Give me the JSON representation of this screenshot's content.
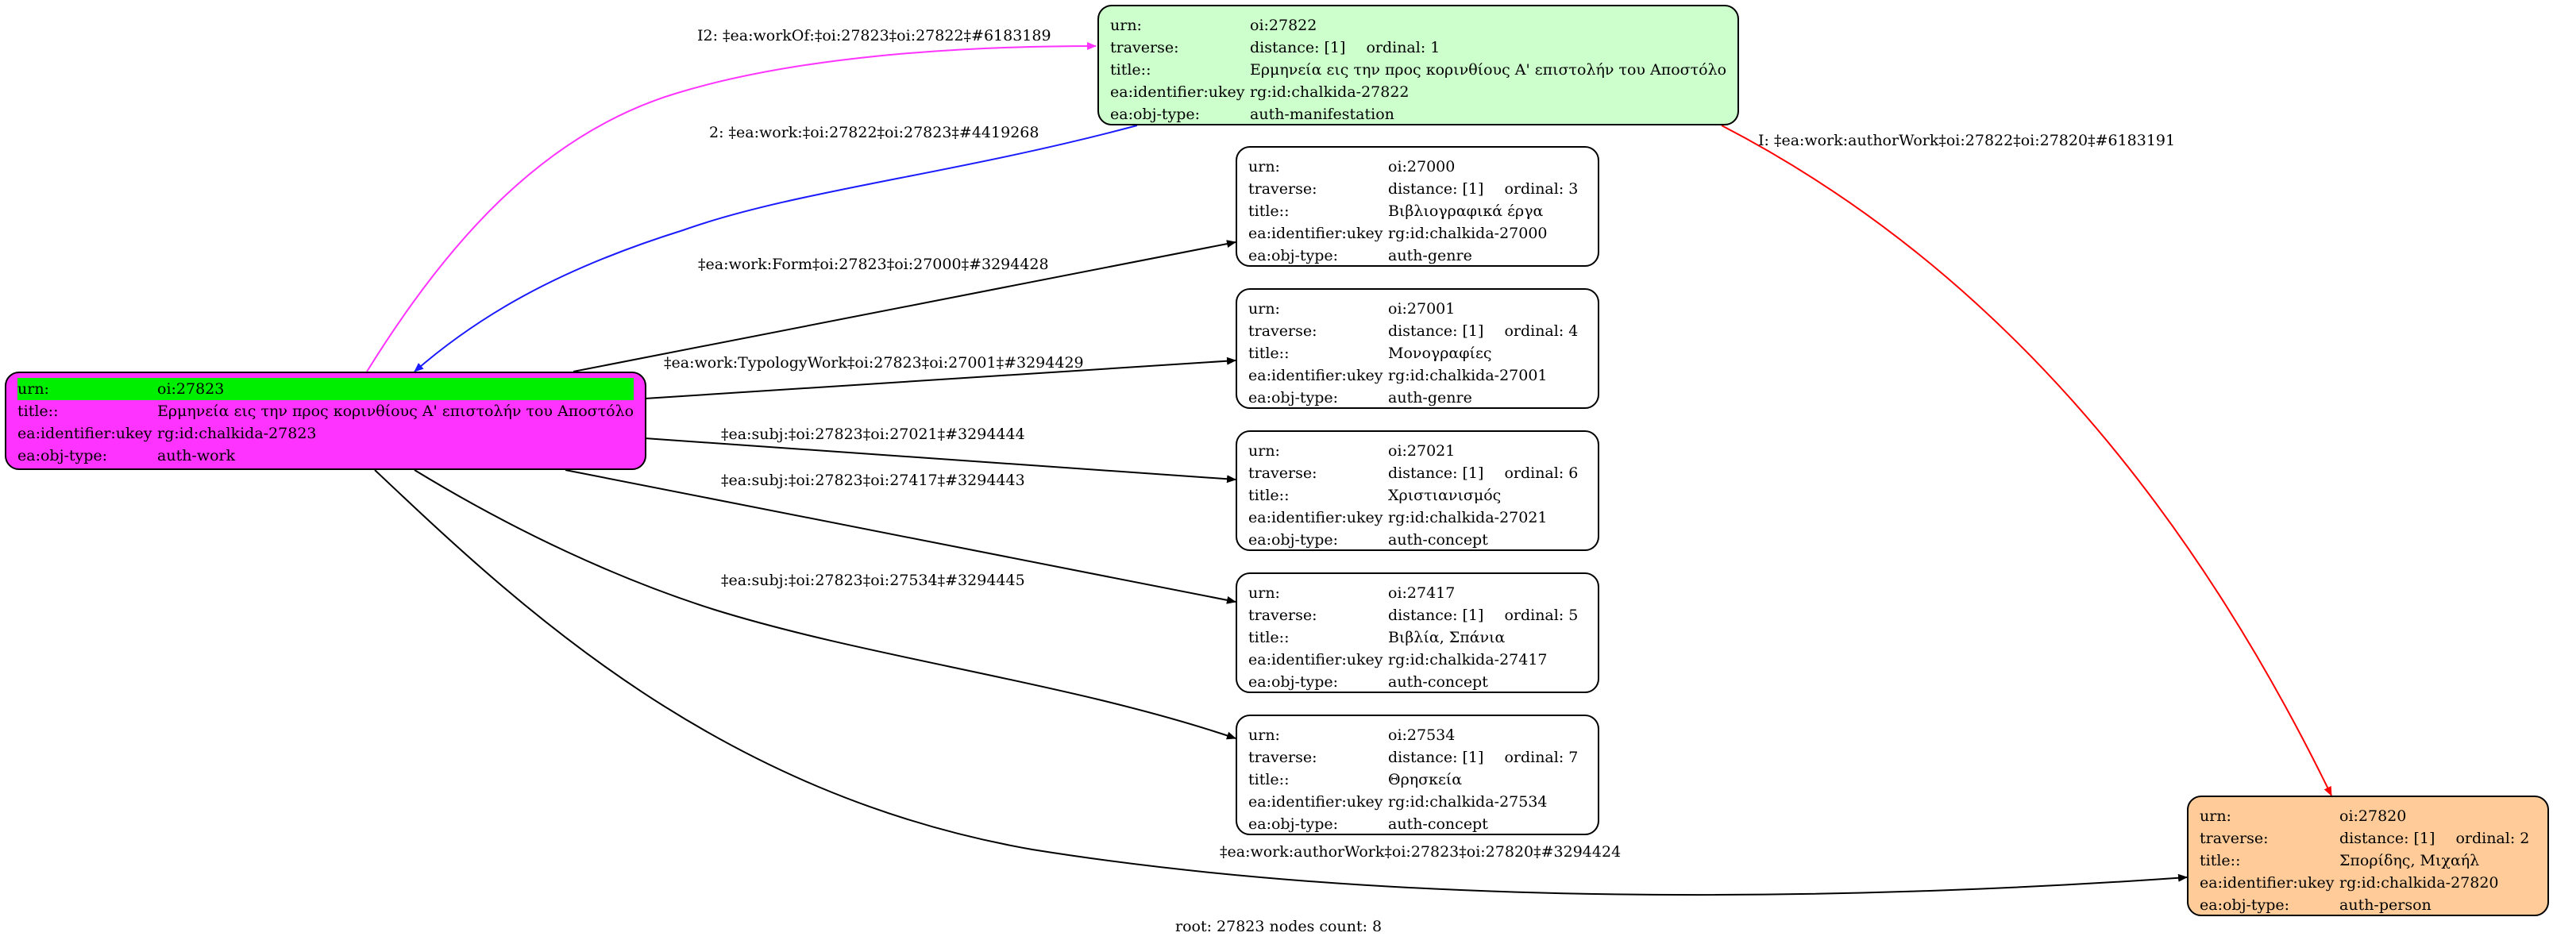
{
  "colors": {
    "root_fill": "#ff33ff",
    "root_urn_highlight": "#00ee00",
    "manifestation_fill": "#ccffcc",
    "person_fill": "#ffcc99",
    "default_fill": "#ffffff",
    "edge_magenta": "#ff33ff",
    "edge_blue": "#1a1aff",
    "edge_red": "#ff0000",
    "edge_black": "#000000"
  },
  "labels": {
    "urn": "urn:",
    "traverse": "traverse:",
    "title": "title::",
    "ukey": "ea:identifier:ukey",
    "objtype": "ea:obj-type:"
  },
  "nodes": {
    "root": {
      "urn": "oi:27823",
      "title": "Ερμηνεία εις την προς κορινθίους Α' επιστολήν του Αποστόλο...",
      "ukey": "rg:id:chalkida-27823",
      "objtype": "auth-work"
    },
    "n27822": {
      "urn": "oi:27822",
      "distance": "distance: [1]",
      "ordinal": "ordinal: 1",
      "title": "Ερμηνεία εις την προς κορινθίους Α' επιστολήν του Αποστόλο...",
      "ukey": "rg:id:chalkida-27822",
      "objtype": "auth-manifestation"
    },
    "n27000": {
      "urn": "oi:27000",
      "distance": "distance: [1]",
      "ordinal": "ordinal: 3",
      "title": "Βιβλιογραφικά έργα",
      "ukey": "rg:id:chalkida-27000",
      "objtype": "auth-genre"
    },
    "n27001": {
      "urn": "oi:27001",
      "distance": "distance: [1]",
      "ordinal": "ordinal: 4",
      "title": "Μονογραφίες",
      "ukey": "rg:id:chalkida-27001",
      "objtype": "auth-genre"
    },
    "n27021": {
      "urn": "oi:27021",
      "distance": "distance: [1]",
      "ordinal": "ordinal: 6",
      "title": "Χριστιανισμός",
      "ukey": "rg:id:chalkida-27021",
      "objtype": "auth-concept"
    },
    "n27417": {
      "urn": "oi:27417",
      "distance": "distance: [1]",
      "ordinal": "ordinal: 5",
      "title": "Βιβλία, Σπάνια",
      "ukey": "rg:id:chalkida-27417",
      "objtype": "auth-concept"
    },
    "n27534": {
      "urn": "oi:27534",
      "distance": "distance: [1]",
      "ordinal": "ordinal: 7",
      "title": "Θρησκεία",
      "ukey": "rg:id:chalkida-27534",
      "objtype": "auth-concept"
    },
    "n27820": {
      "urn": "oi:27820",
      "distance": "distance: [1]",
      "ordinal": "ordinal: 2",
      "title": "Σπορίδης, Μιχαήλ",
      "ukey": "rg:id:chalkida-27820",
      "objtype": "auth-person"
    }
  },
  "edges": {
    "workof": "I2: ‡ea:workOf:‡oi:27823‡oi:27822‡#6183189",
    "work": "2: ‡ea:work:‡oi:27822‡oi:27823‡#4419268",
    "authorwork_red": "I: ‡ea:work:authorWork‡oi:27822‡oi:27820‡#6183191",
    "form": "‡ea:work:Form‡oi:27823‡oi:27000‡#3294428",
    "typology": "‡ea:work:TypologyWork‡oi:27823‡oi:27001‡#3294429",
    "subj1": "‡ea:subj:‡oi:27823‡oi:27021‡#3294444",
    "subj2": "‡ea:subj:‡oi:27823‡oi:27417‡#3294443",
    "subj3": "‡ea:subj:‡oi:27823‡oi:27534‡#3294445",
    "authorwork_black": "‡ea:work:authorWork‡oi:27823‡oi:27820‡#3294424"
  },
  "footer": "root: 27823 nodes count: 8"
}
